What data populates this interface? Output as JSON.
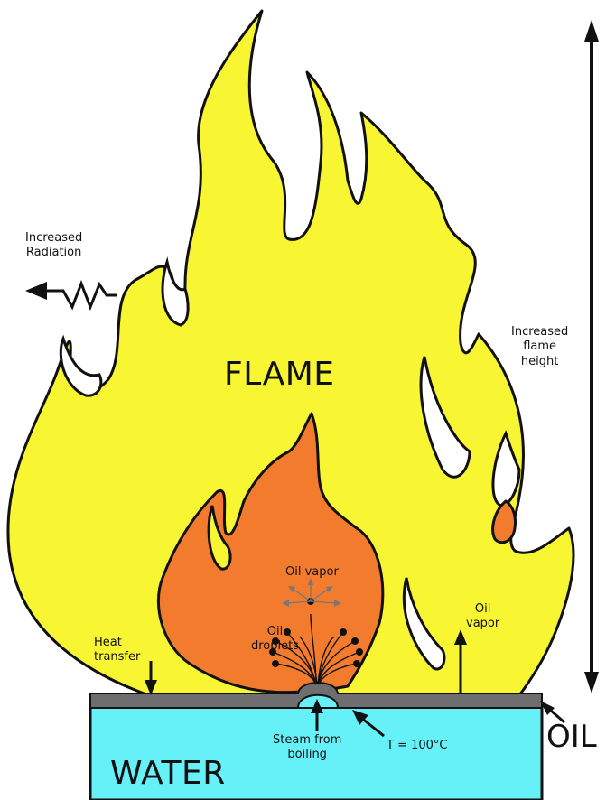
{
  "labels": {
    "flame": "FLAME",
    "water": "WATER",
    "oil": "OIL",
    "increased_radiation": [
      "Increased",
      "Radiation"
    ],
    "increased_flame_height": [
      "Increased",
      "flame",
      "height"
    ],
    "heat_transfer": [
      "Heat",
      "transfer"
    ],
    "oil_droplets": [
      "Oil",
      "droplets"
    ],
    "oil_vapor_center": "Oil vapor",
    "oil_vapor_right": [
      "Oil",
      "vapor"
    ],
    "steam_from_boiling": [
      "Steam from",
      "boiling"
    ],
    "temperature": "T = 100°C"
  },
  "colors": {
    "outer_flame": "#f8f532",
    "inner_flame": "#f37b2d",
    "water": "#66f0f7",
    "oil_layer": "#6e6e70",
    "outline": "#111111"
  }
}
